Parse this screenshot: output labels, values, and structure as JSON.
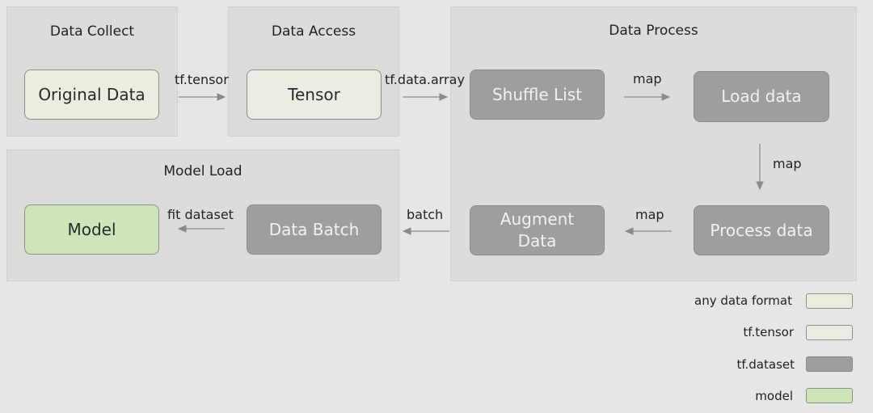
{
  "sections": {
    "data_collect": "Data Collect",
    "data_access": "Data Access",
    "data_process": "Data Process",
    "model_load": "Model Load"
  },
  "nodes": {
    "original_data": "Original Data",
    "tensor": "Tensor",
    "shuffle_list": "Shuffle List",
    "load_data": "Load data",
    "process_data": "Process data",
    "augment_data": "Augment\nData",
    "data_batch": "Data Batch",
    "model": "Model"
  },
  "edges": {
    "original_to_tensor": "tf.tensor",
    "tensor_to_shuffle": "tf.data.array",
    "shuffle_to_load": "map",
    "load_to_process": "map",
    "process_to_augment": "map",
    "augment_to_batch": "batch",
    "batch_to_model": "fit dataset"
  },
  "legend": [
    {
      "label": "any data format",
      "color": "#e9eee1",
      "border": "#8e8e8e"
    },
    {
      "label": "tf.tensor",
      "color": "#e9ede3",
      "border": "#8e8e8e"
    },
    {
      "label": "tf.dataset",
      "color": "#9e9e9e",
      "border": "#8a8a8a"
    },
    {
      "label": "model",
      "color": "#cde5b8",
      "border": "#8e8e8e"
    }
  ],
  "colors": {
    "background": "#e6e6e4",
    "section": "#dcdcdb",
    "dataset_node": "#9e9e9e",
    "model_node": "#cde5b8",
    "arrow": "#8a8a8a"
  }
}
